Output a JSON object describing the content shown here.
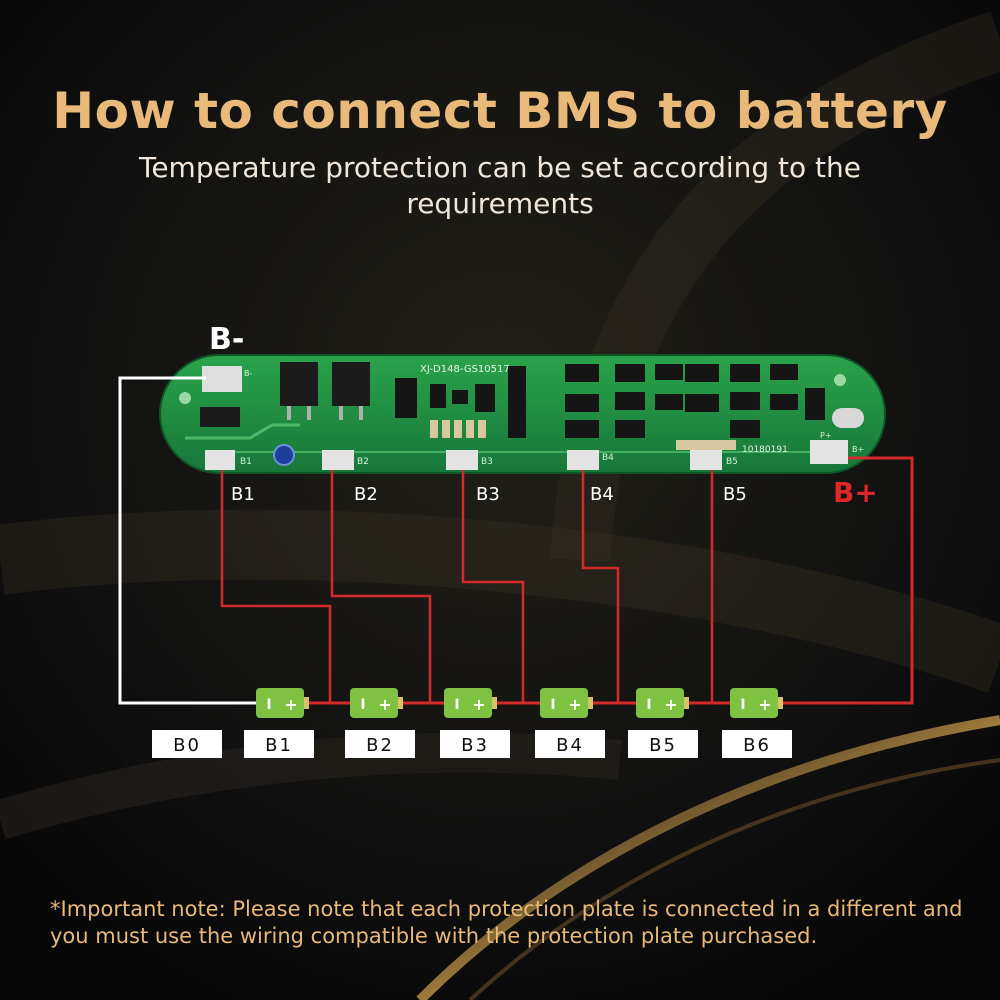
{
  "header": {
    "title": "How to connect BMS to battery",
    "subtitle": "Temperature protection can be set according to the requirements"
  },
  "board": {
    "label_b_minus": "B-",
    "label_b_plus": "B+",
    "silkscreen_model": "XJ-D148-GS10517",
    "silkscreen_code": "10180191",
    "silkscreen_p_plus": "P+",
    "silkscreen_b_plus": "B+",
    "silkscreen_b_minus": "B-",
    "pad_labels": [
      "B1",
      "B2",
      "B3",
      "B4",
      "B5"
    ],
    "tap_labels": [
      "B1",
      "B2",
      "B3",
      "B4",
      "B5"
    ]
  },
  "battery": {
    "cell_count": 6,
    "cell_minus_symbol": "I",
    "cell_plus_symbol": "+",
    "node_labels": [
      "B0",
      "B1",
      "B2",
      "B3",
      "B4",
      "B5",
      "B6"
    ]
  },
  "note": {
    "text": "*Important note: Please note that each protection plate is connected in a different and you must use the wiring compatible with the protection plate purchased."
  },
  "colors": {
    "title": "#e8b979",
    "wire_balance": "#d42a2a",
    "wire_negative": "#ffffff",
    "pcb": "#1f8a3c",
    "cell": "#7fc242",
    "b_plus_label": "#e0262a"
  }
}
